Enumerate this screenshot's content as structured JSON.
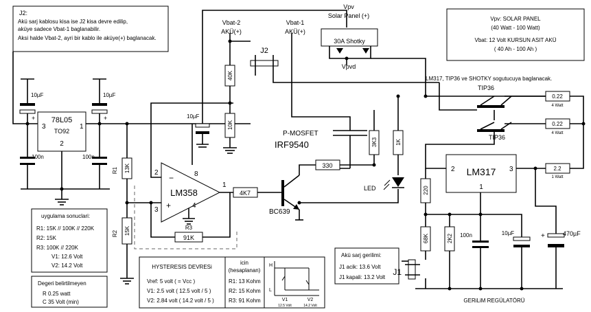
{
  "notes": {
    "j2_title": "J2:",
    "j2_line1": "Akü sarj kablosu kisa ise J2 kisa devre edilip,",
    "j2_line2": "aküye sadece Vbat-1 baglanabilir.",
    "j2_line3": "Aksi halde Vbat-2, ayri bir kablo ile aküye(+) baglanacak.",
    "solar_line1": "Vpv: SOLAR PANEL",
    "solar_line2": "(40 Watt - 100 Watt)",
    "bat_line1": "Vbat: 12 Volt KURSUN ASIT AKÜ",
    "bat_line2": "( 40 Ah - 100 Ah )",
    "heatsink": "LM317, TIP36 ve SHOTKY sogutucuya baglanacak.",
    "regulator_caption": "GERiLiM REGÜLATÖRÜ"
  },
  "results": {
    "title": "uygulama sonuclari:",
    "r1": "R1: 15K // 100K // 220K",
    "r2": "R2: 15K",
    "r3": "R3: 100K // 220K",
    "v1": "V1: 12.6 Volt",
    "v2": "V2: 14.2 Volt"
  },
  "unspecified": {
    "title": "Degeri belirtilmeyen",
    "r": "R    0.25 watt",
    "c": "C    35 Volt (min)"
  },
  "hysteresis": {
    "title": "HYSTERESIS DEVRESi",
    "vref": "Vref: 5 volt  ( = Vcc )",
    "v1": "V1: 2.5 volt  ( 12.5 volt / 5 )",
    "v2": "V2: 2.84 volt  ( 14.2 volt / 5 )",
    "calc_title1": "icin",
    "calc_title2": "(hesaplanan)",
    "r1": "R1: 13 Kohm",
    "r2": "R2: 15 Kohm",
    "r3": "R3: 91 Kohm",
    "graph_h": "H",
    "graph_l": "L",
    "graph_v1": "V1",
    "graph_v2": "V2",
    "graph_v1_sub": "12.5 Volt",
    "graph_v2_sub": "14.2 Volt"
  },
  "charge": {
    "title": "Akü sarj gerilimi:",
    "j1_open": "J1 acik:    13.6 Volt",
    "j1_closed": "J1 kapali: 13.2 Volt"
  },
  "labels": {
    "vpv": "Vpv",
    "solar_panel": "Solar Panel (+)",
    "vbat2": "Vbat-2",
    "vbat2_sub": "AKÜ(+)",
    "vbat1": "Vbat-1",
    "vbat1_sub": "AKÜ(+)",
    "j2": "J2",
    "shotky": "30A Shotky",
    "vpvd": "Vpvd",
    "tip36_top": "TIP36",
    "tip36_bottom": "TIP36",
    "r_022_a": "0.22",
    "r_022_a_w": "4 Watt",
    "r_022_b": "0.22",
    "r_022_b_w": "4 Watt",
    "r_22": "2.2",
    "r_22_w": "1 Watt",
    "pmosfet": "P-MOSFET",
    "irf": "IRF9540",
    "r_3k3": "3K3",
    "r_1k": "1K",
    "led": "LED",
    "r_330": "330",
    "lm317": "LM317",
    "lm317_pin2": "2",
    "lm317_pin3": "3",
    "lm317_pin1": "1",
    "r_220": "220",
    "r_68k": "68K",
    "r_2k2": "2K2",
    "c_100n_a": "100n",
    "c_10u_a": "10µF",
    "c_470u": "470µF",
    "j1": "J1",
    "reg_78l05": "78L05",
    "reg_to92": "TO92",
    "reg_pin3": "3",
    "reg_pin1": "1",
    "reg_pin2": "2",
    "c_10u_left": "10µF",
    "c_10u_mid": "10µF",
    "c_100n_left": "100n",
    "c_100n_mid": "100n",
    "r1": "R1",
    "r1_val": "13K",
    "r2": "R2",
    "r2_val": "15K",
    "r3": "R3",
    "r3_val": "91K",
    "r_40k": "40K",
    "r_10k": "10K",
    "c_10u_divider": "10µF",
    "lm358": "LM358",
    "op_pin2": "2",
    "op_pin3": "3",
    "op_pin8": "8",
    "op_pin4": "4",
    "op_pin1": "1",
    "op_minus": "−",
    "op_plus": "+",
    "r_4k7": "4K7",
    "bc639": "BC639",
    "plus": "+"
  }
}
